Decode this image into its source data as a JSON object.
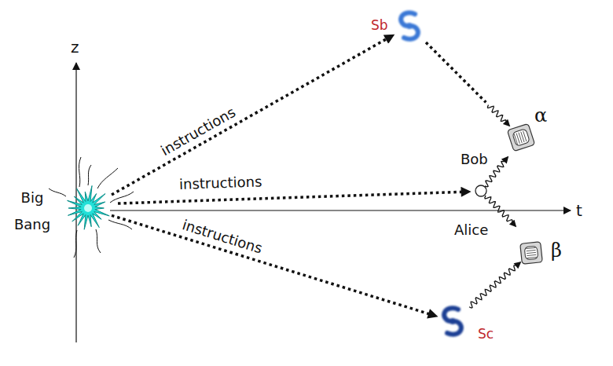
{
  "diagram": {
    "nodes": [
      {
        "text": [
          "Big Bang"
        ]
      },
      {
        "text": [
          "Sb"
        ]
      },
      {
        "text": [
          "α"
        ]
      },
      {
        "text": [
          "Sc"
        ]
      },
      {
        "text": [
          "β"
        ]
      }
    ],
    "edges": [
      {
        "from": 0,
        "to": 1,
        "arrow": "to",
        "label": "instructions"
      },
      {
        "from": 0,
        "to": 3,
        "arrow": "to",
        "label": "instructions"
      },
      {
        "from": 1,
        "to": 2,
        "arrow": "to"
      },
      {
        "from": 3,
        "to": 4,
        "arrow": "to"
      }
    ],
    "labels": [
      "z",
      "t",
      "instructions",
      "Bob",
      "Alice"
    ]
  }
}
